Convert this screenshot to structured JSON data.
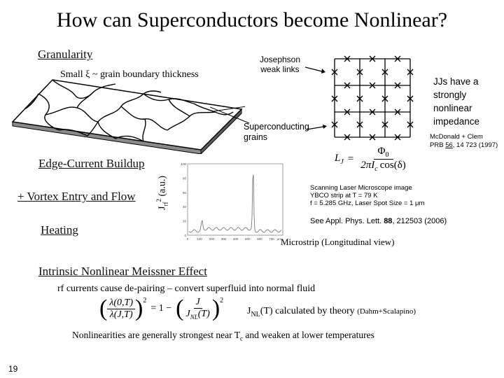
{
  "slide": {
    "title": "How can Superconductors become Nonlinear?",
    "page_number": "19"
  },
  "granularity": {
    "heading": "Granularity",
    "size_note": "Small ξ ~ grain boundary thickness",
    "josephson_label": "Josephson weak links",
    "grains_label": "Superconducting grains",
    "jj_note": "JJs have a strongly nonlinear impedance",
    "reference_authors": "McDonald + Clem",
    "reference_journal": "PRB",
    "reference_volume": "56",
    "reference_pages": ", 14 723 (1997)",
    "formula": {
      "lhs": "L",
      "lhs_sub": "J",
      "equals": "=",
      "numerator": "Φ",
      "numerator_sub": "0",
      "den_prefix": "2πI",
      "den_sub": "c",
      "den_suffix": "cos(δ)"
    }
  },
  "mechanisms": {
    "edge_current": "Edge-Current Buildup",
    "vortex": "+ Vortex Entry and Flow",
    "heating": "Heating"
  },
  "image_plot": {
    "ylabel_base": "J",
    "ylabel_sub": "rf",
    "ylabel_sup": "2",
    "ylabel_unit": "(a.u.)",
    "y_ticks": [
      "100",
      "80",
      "60",
      "40",
      "20",
      "0"
    ],
    "x_ticks": [
      "0",
      "100",
      "200",
      "300",
      "400",
      "500",
      "600",
      "700"
    ],
    "x_unit": "μm"
  },
  "scanning": {
    "line1": "Scanning Laser Microscope image",
    "line2": "YBCO strip at T = 79 K",
    "line3": "f = 5.285 GHz, Laser Spot Size = 1 μm",
    "appl_prefix": "See Appl. Phys. Lett. ",
    "appl_volume": "88",
    "appl_suffix": ", 212503 (2006)",
    "microstrip": "Microstrip (Longitudinal view)"
  },
  "intrinsic": {
    "heading": "Intrinsic Nonlinear Meissner Effect",
    "rf_note": "rf currents cause de-pairing – convert superfluid into normal fluid",
    "jnl_prefix": "J",
    "jnl_sub": "NL",
    "jnl_suffix": "(T) calculated by theory ",
    "jnl_ref": "(Dahm+Scalapino)",
    "nonlin_prefix": "Nonlinearities are generally strongest near T",
    "nonlin_sub": "c",
    "nonlin_suffix": " and weaken at lower temperatures",
    "formula": {
      "lam_num": "λ(0,T)",
      "lam_den": "λ(J,T)",
      "exp": "2",
      "eq_one_minus": "= 1 −",
      "j_num": "J",
      "j_den": "J",
      "j_den_sub": "NL",
      "j_den_arg": "(T)",
      "exp2": "2"
    }
  },
  "colors": {
    "text": "#000000",
    "background": "#ffffff",
    "slab_top": "#ffffff",
    "slab_side": "#8a8a8a"
  }
}
